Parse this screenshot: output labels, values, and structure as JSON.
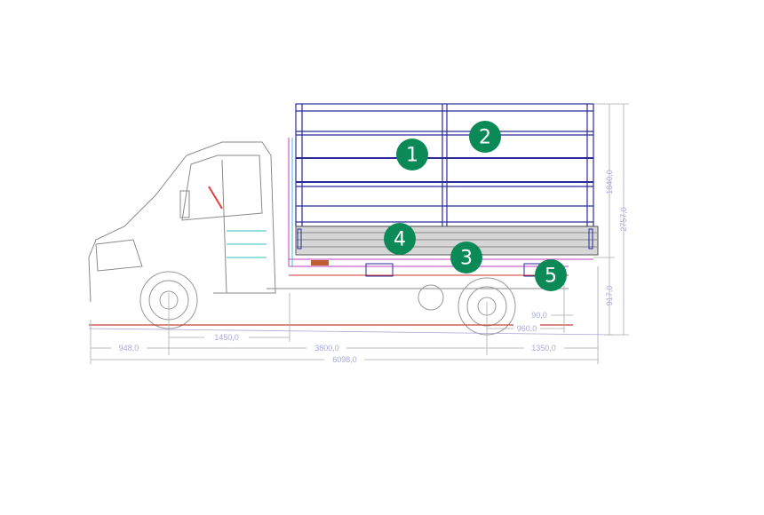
{
  "drawing": {
    "dimensions": {
      "front_overhang": "948,0",
      "cab_to_body": "1450,0",
      "wheelbase": "3800,0",
      "rear_overhang": "1350,0",
      "overall_length": "6098,0",
      "rear_offset_small": "90,0",
      "rear_offset": "960,0",
      "body_height": "1840,0",
      "overall_height": "2757,0",
      "floor_height": "917,0"
    },
    "markers": [
      "1",
      "2",
      "3",
      "4",
      "5"
    ],
    "colors": {
      "marker": "#0b8a57",
      "frame": "#2a2a9a",
      "ground": "#c84040",
      "cab": "#9a9a9a"
    }
  }
}
